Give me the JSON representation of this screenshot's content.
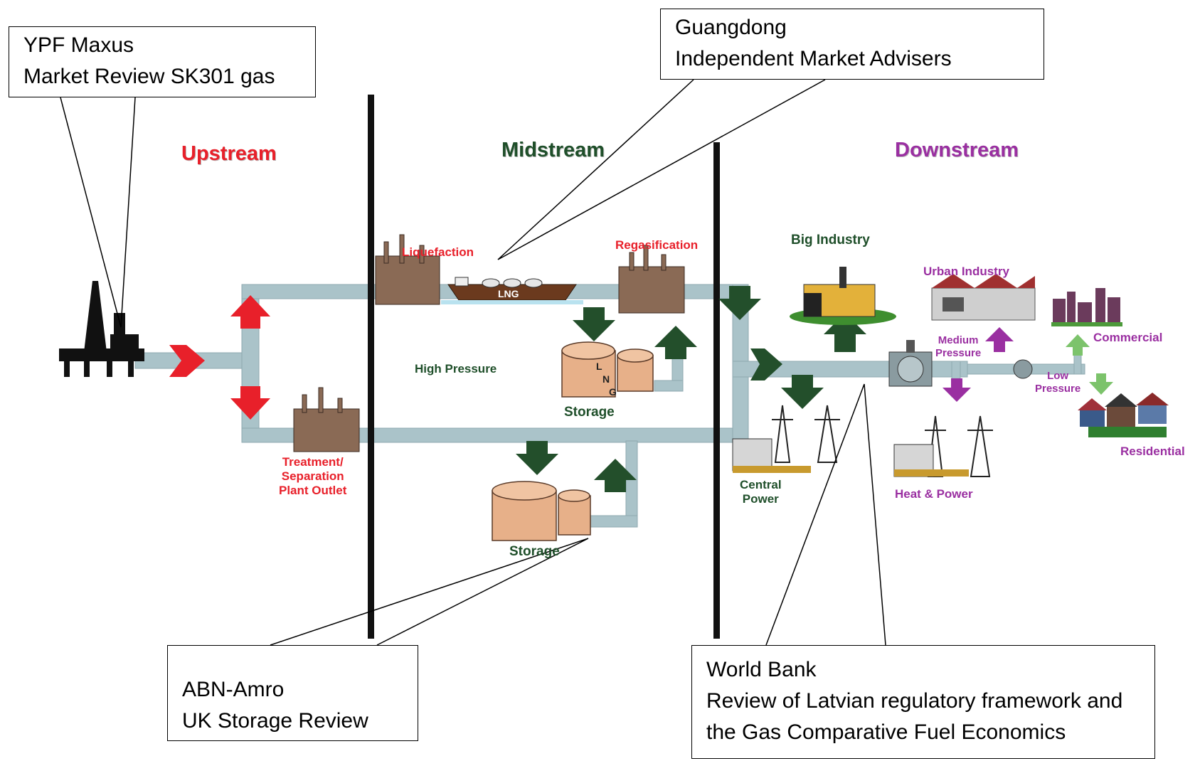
{
  "callouts": {
    "ypf": {
      "line1": "YPF Maxus",
      "line2": "Market Review SK301 gas"
    },
    "guangdong": {
      "line1": "Guangdong",
      "line2": "Independent Market Advisers"
    },
    "abn": {
      "line1": "ABN-Amro",
      "line2": "UK Storage Review"
    },
    "worldbank": {
      "line1": "World Bank",
      "line2": "Review of Latvian regulatory framework and",
      "line3": "the Gas Comparative Fuel Economics"
    }
  },
  "sections": {
    "upstream": "Upstream",
    "midstream": "Midstream",
    "downstream": "Downstream"
  },
  "labels": {
    "liquefaction": "Liquefaction",
    "regasification": "Regasification",
    "lng_ship": "LNG",
    "lng_tank": [
      "L",
      "N",
      "G"
    ],
    "high_pressure": "High Pressure",
    "storage_upper": "Storage",
    "storage_lower": "Storage",
    "treatment": [
      "Treatment/",
      "Separation",
      "Plant Outlet"
    ],
    "big_industry": "Big Industry",
    "urban_industry": "Urban Industry",
    "medium_pressure": [
      "Medium",
      "Pressure"
    ],
    "commercial": "Commercial",
    "low_pressure": [
      "Low",
      "Pressure"
    ],
    "residential": "Residential",
    "central_power": [
      "Central",
      "Power"
    ],
    "heat_power": "Heat & Power"
  },
  "colors": {
    "pipe": "#aac3c9",
    "upstream": "#e8202a",
    "midstream": "#1f4f2a",
    "downstream": "#9a2fa1",
    "arrow_green": "#234f2b",
    "arrow_red": "#e8202a",
    "arrow_purple": "#9a2fa1",
    "arrow_lightgreen": "#7cc36b"
  },
  "icons": [
    "oil-rig-icon",
    "refinery-icon",
    "lng-ship-icon",
    "storage-tank-icon",
    "factory-icon",
    "power-pylon-icon",
    "city-skyline-icon",
    "houses-icon",
    "valve-icon"
  ]
}
